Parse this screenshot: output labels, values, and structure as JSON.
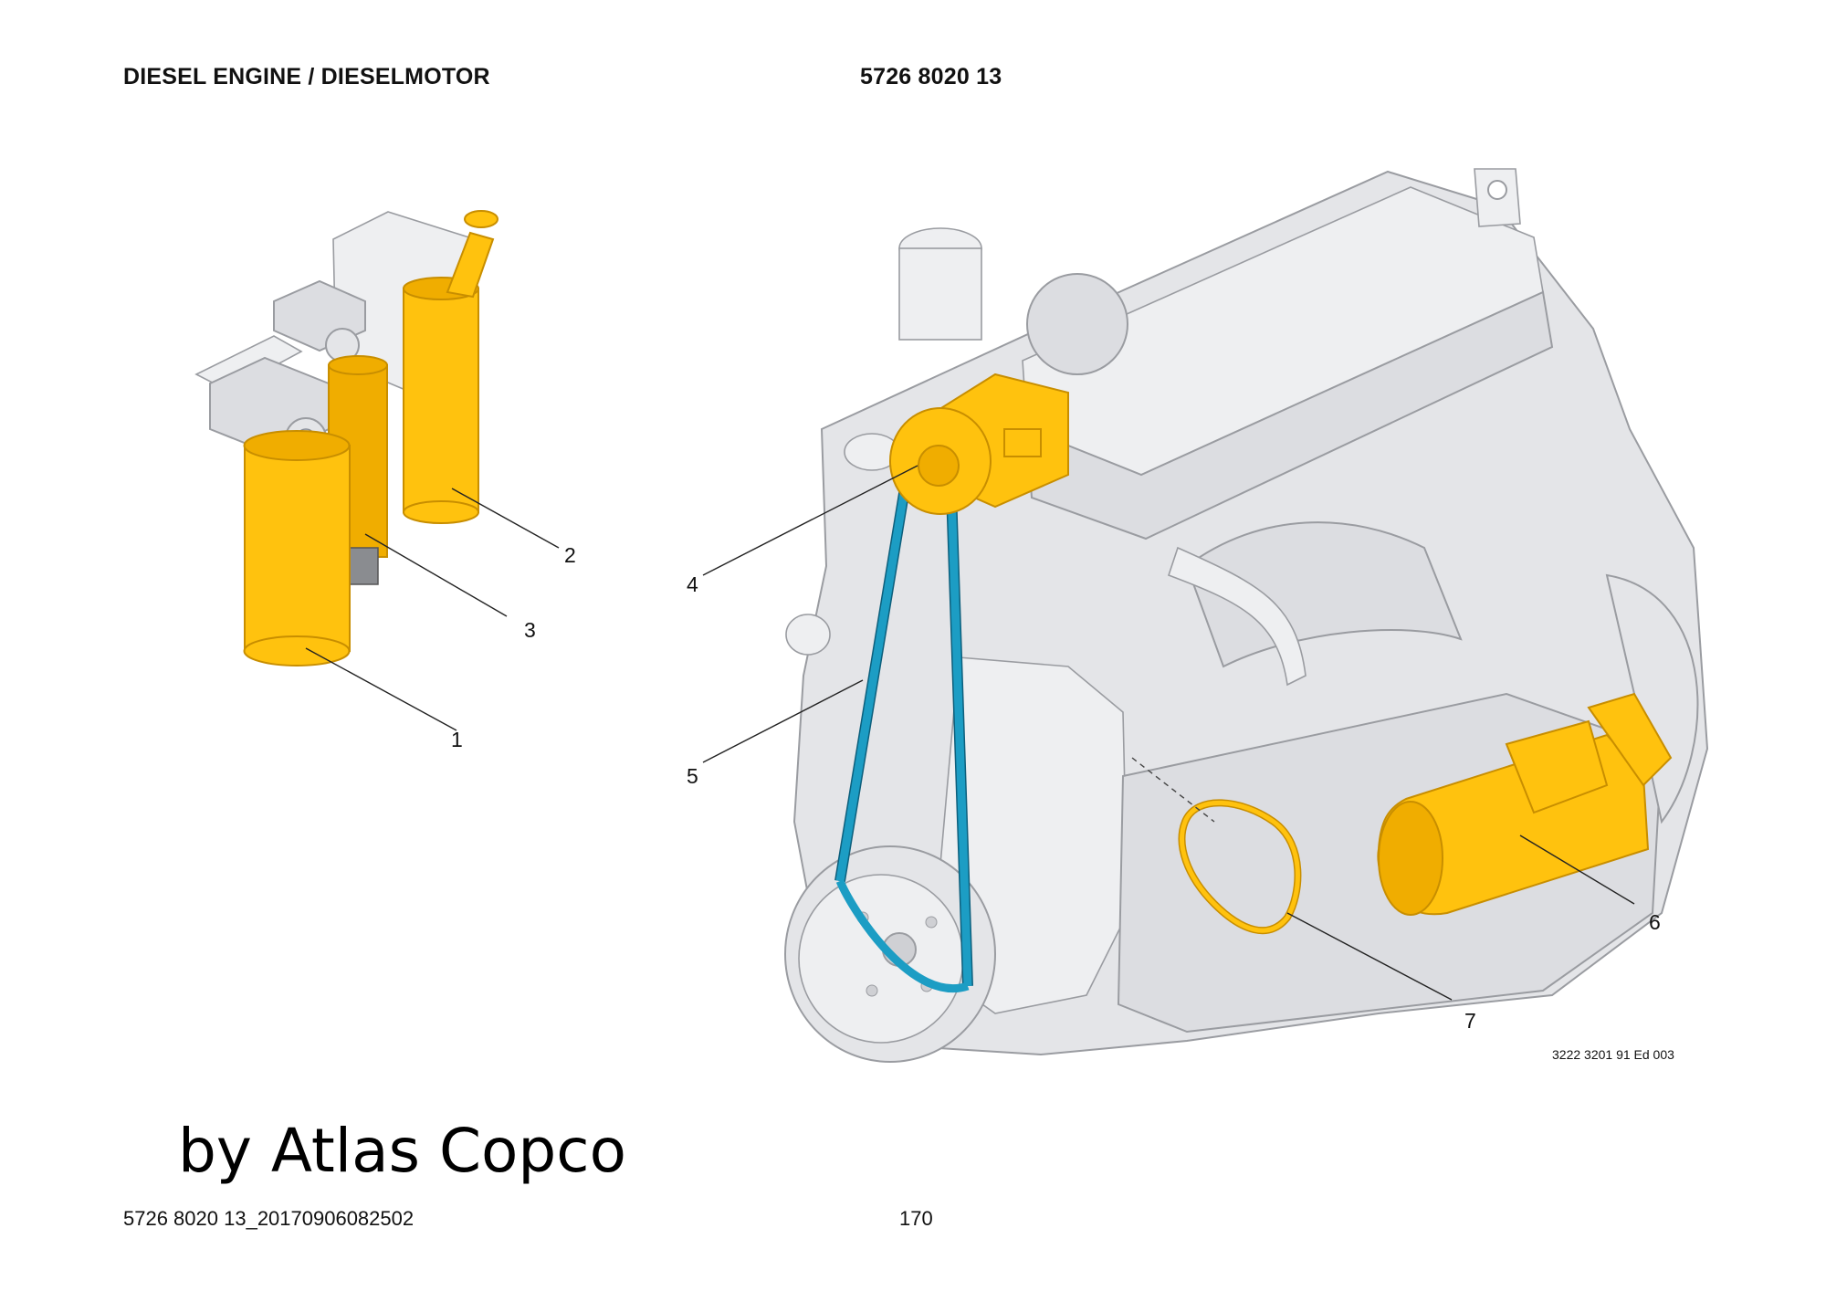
{
  "header": {
    "title": "DIESEL ENGINE / DIESELMOTOR",
    "doc_number": "5726 8020 13"
  },
  "callouts": [
    {
      "id": "1",
      "label": "1"
    },
    {
      "id": "2",
      "label": "2"
    },
    {
      "id": "3",
      "label": "3"
    },
    {
      "id": "4",
      "label": "4"
    },
    {
      "id": "5",
      "label": "5"
    },
    {
      "id": "6",
      "label": "6"
    },
    {
      "id": "7",
      "label": "7"
    }
  ],
  "edition_ref": "3222 3201 91 Ed 003",
  "watermark": "by Atlas Copco",
  "footer": {
    "filename": "5726 8020 13_20170906082502",
    "page_number": "170"
  },
  "colors": {
    "highlight": "#ffc20e",
    "belt": "#1c9dc4",
    "engine_body": "#e4e5e8"
  }
}
